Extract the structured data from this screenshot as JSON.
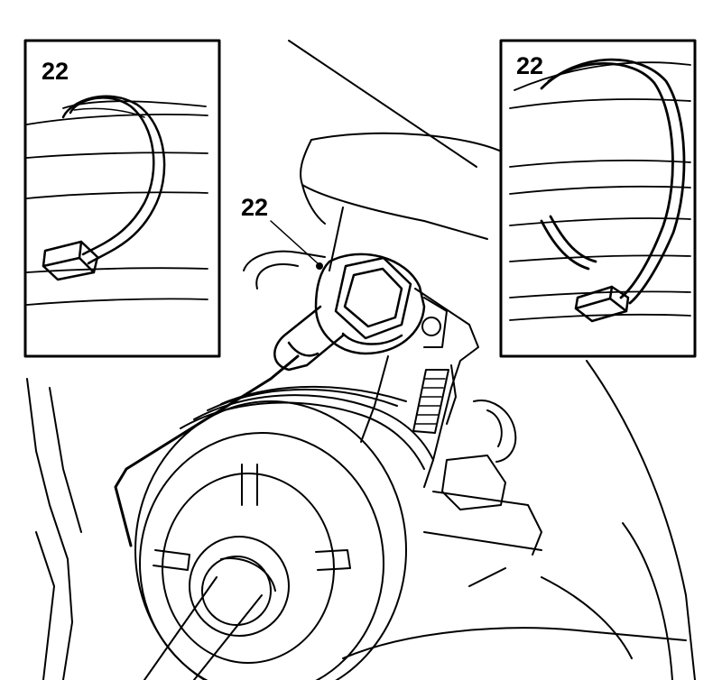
{
  "callouts": {
    "inset_left": "22",
    "inset_right": "22",
    "main": "22"
  }
}
